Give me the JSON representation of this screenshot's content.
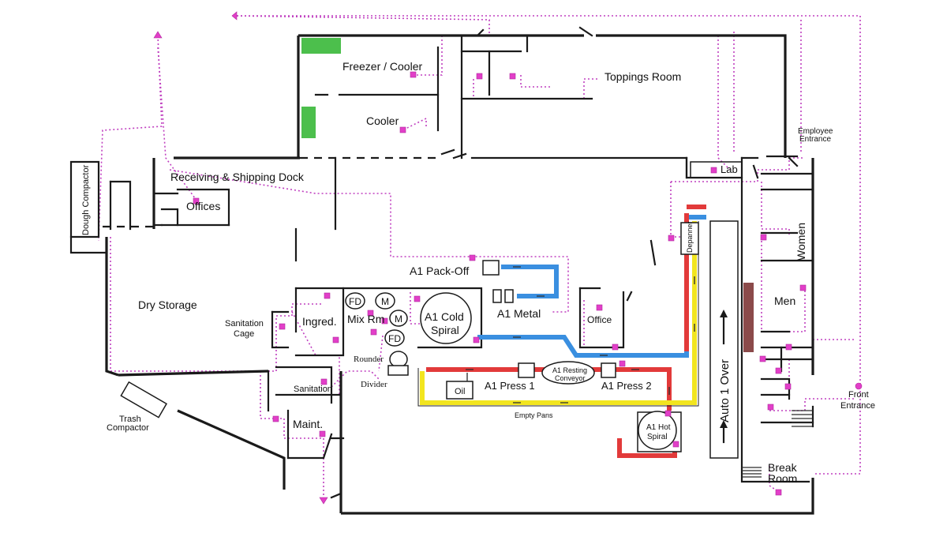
{
  "labels": {
    "freezer_cooler": "Freezer / Cooler",
    "toppings_room": "Toppings Room",
    "cooler": "Cooler",
    "employee_entrance_1": "Employee",
    "employee_entrance_2": "Entrance",
    "dough_compactor": "Dough Compactor",
    "receiving_dock": "Receiving & Shipping Dock",
    "offices": "Offices",
    "lab": "Lab",
    "depanner": "Depanner",
    "women": "Women",
    "men": "Men",
    "a1_pack_off": "A1 Pack-Off",
    "a1_metal": "A1 Metal",
    "office": "Office",
    "dry_storage": "Dry Storage",
    "sanitation_cage_1": "Sanitation",
    "sanitation_cage_2": "Cage",
    "ingred": "Ingred.",
    "mix_rm": "Mix Rm",
    "fd": "FD",
    "m": "M",
    "a1_cold_spiral_1": "A1 Cold",
    "a1_cold_spiral_2": "Spiral",
    "rounder": "Rounder",
    "divider": "Divider",
    "sanitation": "Sanitation",
    "oil": "Oil",
    "a1_press_1": "A1 Press 1",
    "a1_resting_1": "A1 Resting",
    "a1_resting_2": "Conveyor",
    "a1_press_2": "A1 Press 2",
    "auto_1_over": "Auto 1 Over",
    "front_entrance_1": "Front",
    "front_entrance_2": "Entrance",
    "trash_compactor_1": "Trash",
    "trash_compactor_2": "Compactor",
    "empty_pans": "Empty Pans",
    "maint": "Maint.",
    "a1_hot_spiral_1": "A1 Hot",
    "a1_hot_spiral_2": "Spiral",
    "break_room_1": "Break",
    "break_room_2": "Room"
  },
  "colors": {
    "wall": "#1a1a1a",
    "route": "#c040c0",
    "marker": "#e23fc8",
    "blue_conveyor": "#3a8fe0",
    "red_conveyor": "#e23a3a",
    "yellow_conveyor": "#f2e51f",
    "cold_storage": "#4cbf4c",
    "brown_panel": "#8b4a4a"
  }
}
